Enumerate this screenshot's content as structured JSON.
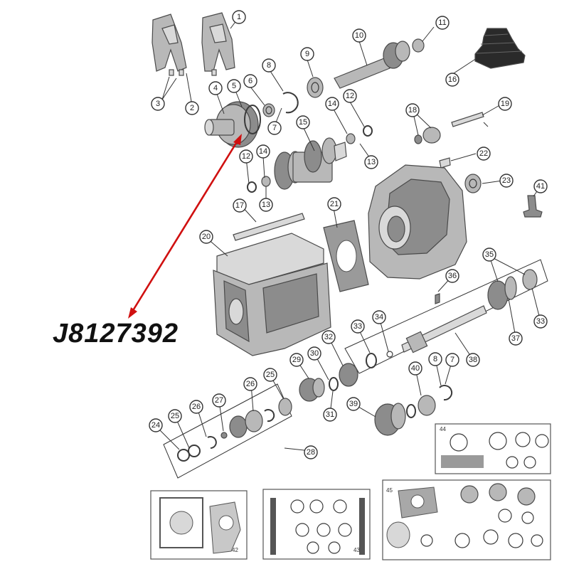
{
  "part_number": "J8127392",
  "highlight_color": "#d01010",
  "callouts": [
    "1",
    "2",
    "3",
    "4",
    "5",
    "6",
    "7",
    "8",
    "9",
    "10",
    "11",
    "12",
    "13",
    "14",
    "15",
    "16",
    "17",
    "18",
    "19",
    "20",
    "21",
    "22",
    "23",
    "24",
    "25",
    "26",
    "27",
    "28",
    "29",
    "30",
    "31",
    "32",
    "33",
    "34",
    "35",
    "36",
    "37",
    "38",
    "39",
    "40",
    "41",
    "42",
    "43",
    "44",
    "45"
  ]
}
